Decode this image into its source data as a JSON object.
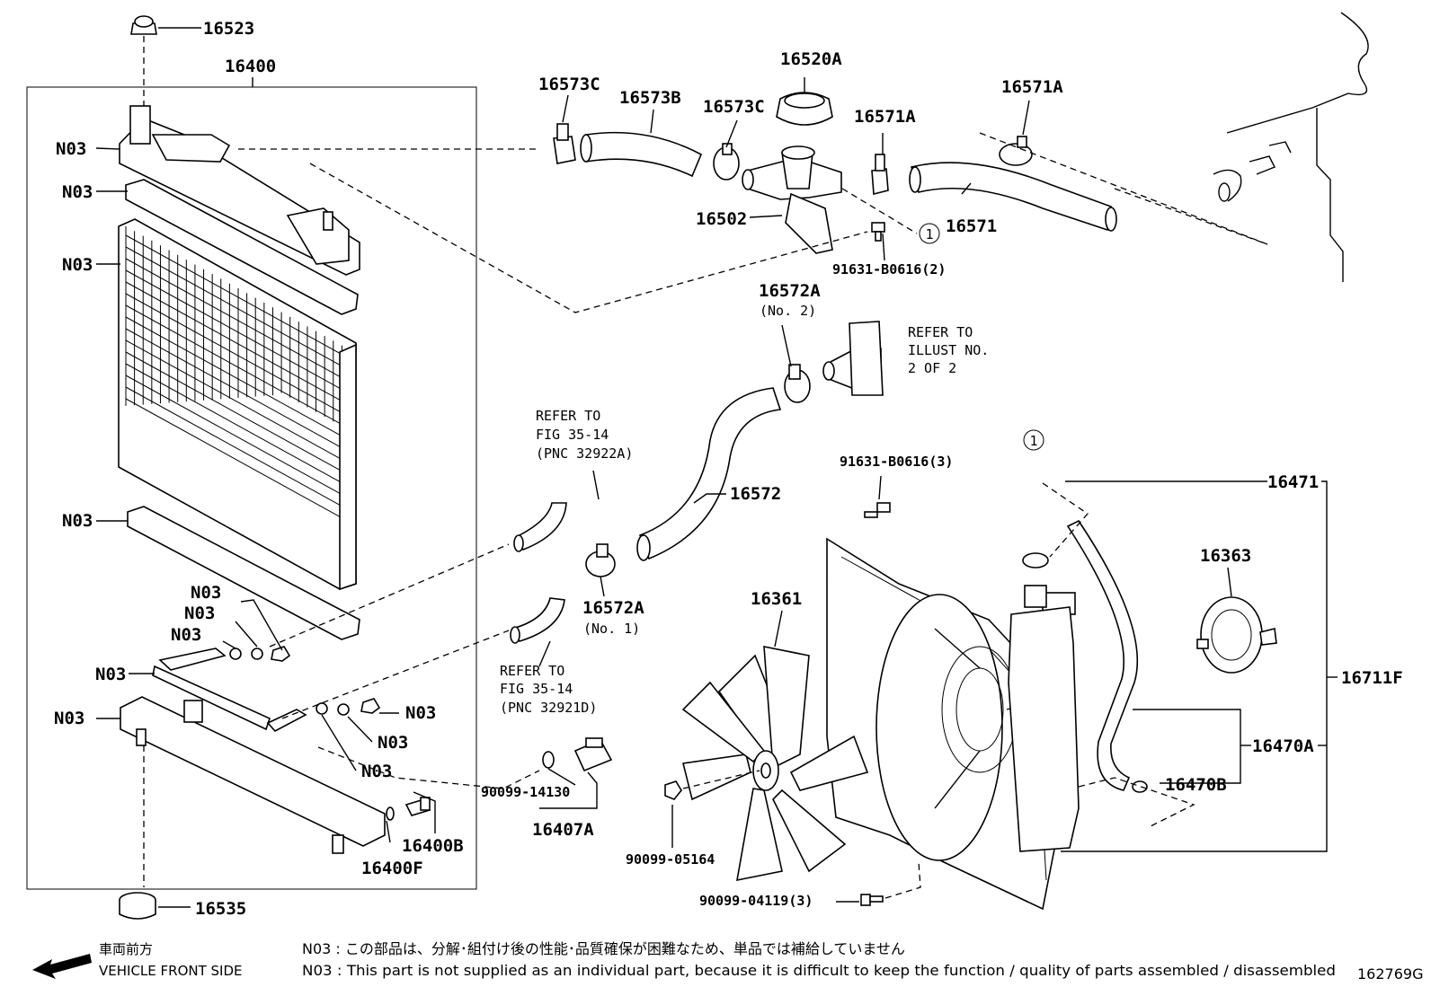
{
  "parts": {
    "p16523": "16523",
    "p16400": "16400",
    "p16573C_a": "16573C",
    "p16573B": "16573B",
    "p16520A": "16520A",
    "p16573C_b": "16573C",
    "p16571A_a": "16571A",
    "p16571A_b": "16571A",
    "p16502": "16502",
    "p16571": "16571",
    "p91631_2": "91631-B0616(2)",
    "p16572A_top": "16572A",
    "p16572A_top_sub": "(No. 2)",
    "p16572": "16572",
    "p16572A_bot": "16572A",
    "p16572A_bot_sub": "(No. 1)",
    "p91631_3": "91631-B0616(3)",
    "p16471": "16471",
    "p16363": "16363",
    "p16361": "16361",
    "p16711F": "16711F",
    "p16470A": "16470A",
    "p16470B": "16470B",
    "p90099_14130": "90099-14130",
    "p16407A": "16407A",
    "p16400B": "16400B",
    "p16400F": "16400F",
    "p90099_05164": "90099-05164",
    "p90099_04119": "90099-04119(3)",
    "p16535": "16535"
  },
  "n03_label": "N03",
  "circle_ref": "1",
  "refers": {
    "illust": [
      "REFER TO",
      "ILLUST NO.",
      "2 OF 2"
    ],
    "fig_a": [
      "REFER TO",
      "FIG 35-14",
      "(PNC 32922A)"
    ],
    "fig_b": [
      "REFER TO",
      "FIG 35-14",
      "(PNC 32921D)"
    ]
  },
  "footer": {
    "direction_jp": "車両前方",
    "direction_en": "VEHICLE FRONT SIDE",
    "note_jp": "N03 : この部品は、分解･組付け後の性能･品質確保が困難なため、単品では補給していません",
    "note_en": "N03 : This part is not supplied as an individual part, because it is difficult to keep the function / quality of parts assembled / disassembled",
    "illustration_id": "162769G"
  }
}
